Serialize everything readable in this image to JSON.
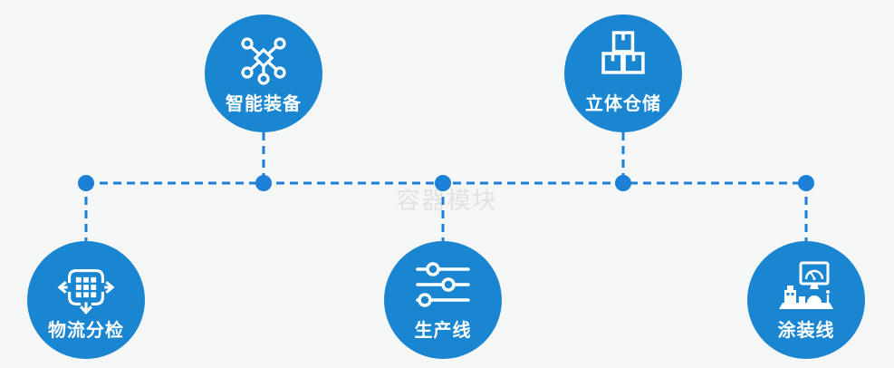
{
  "diagram": {
    "watermark": "容器模块",
    "nodes": [
      {
        "id": "smart-equipment",
        "label": "智能装备",
        "icon": "network-nodes-icon",
        "row": "top"
      },
      {
        "id": "vertical-warehouse",
        "label": "立体仓储",
        "icon": "stacked-boxes-icon",
        "row": "top"
      },
      {
        "id": "logistics-sorting",
        "label": "物流分检",
        "icon": "sorting-arrows-icon",
        "row": "bottom"
      },
      {
        "id": "production-line",
        "label": "生产线",
        "icon": "sliders-icon",
        "row": "bottom"
      },
      {
        "id": "painting-line",
        "label": "涂装线",
        "icon": "paint-station-icon",
        "row": "bottom"
      }
    ],
    "colors": {
      "background": "#f5f6f6",
      "node_fill": "#1a86d1",
      "connector_blue": "#1c80d6",
      "label_text": "#ffffff",
      "watermark_text": "#e2e2e2"
    }
  }
}
